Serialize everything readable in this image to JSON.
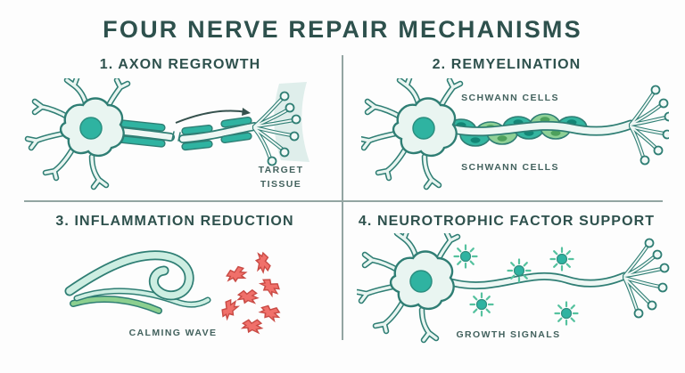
{
  "title": "FOUR NERVE REPAIR MECHANISMS",
  "quadrants": {
    "axon_regrowth": {
      "heading": "1. AXON REGROWTH",
      "label": "TARGET TISSUE"
    },
    "remyelination": {
      "heading": "2. REMYELINATION",
      "label_top": "SCHWANN CELLS",
      "label_bottom": "SCHWANN CELLS"
    },
    "inflammation_reduction": {
      "heading": "3. INFLAMMATION REDUCTION",
      "label": "CALMING WAVE"
    },
    "neurotrophic_factor_support": {
      "heading": "4. NEUROTROPHIC FACTOR SUPPORT",
      "label": "GROWTH SIGNALS"
    }
  },
  "colors": {
    "background": "#fdfdfd",
    "heading_text": "#2e514d",
    "label_text": "#43625e",
    "outline": "#2f7e74",
    "teal": "#2fb3a1",
    "green": "#8ed096",
    "mint_fill": "#e9f5f1",
    "tissue_band": "#dfeeeb",
    "red_particle": "#f0706a",
    "red_particle_outline": "#c94b45",
    "divider": "#93a5a2"
  }
}
